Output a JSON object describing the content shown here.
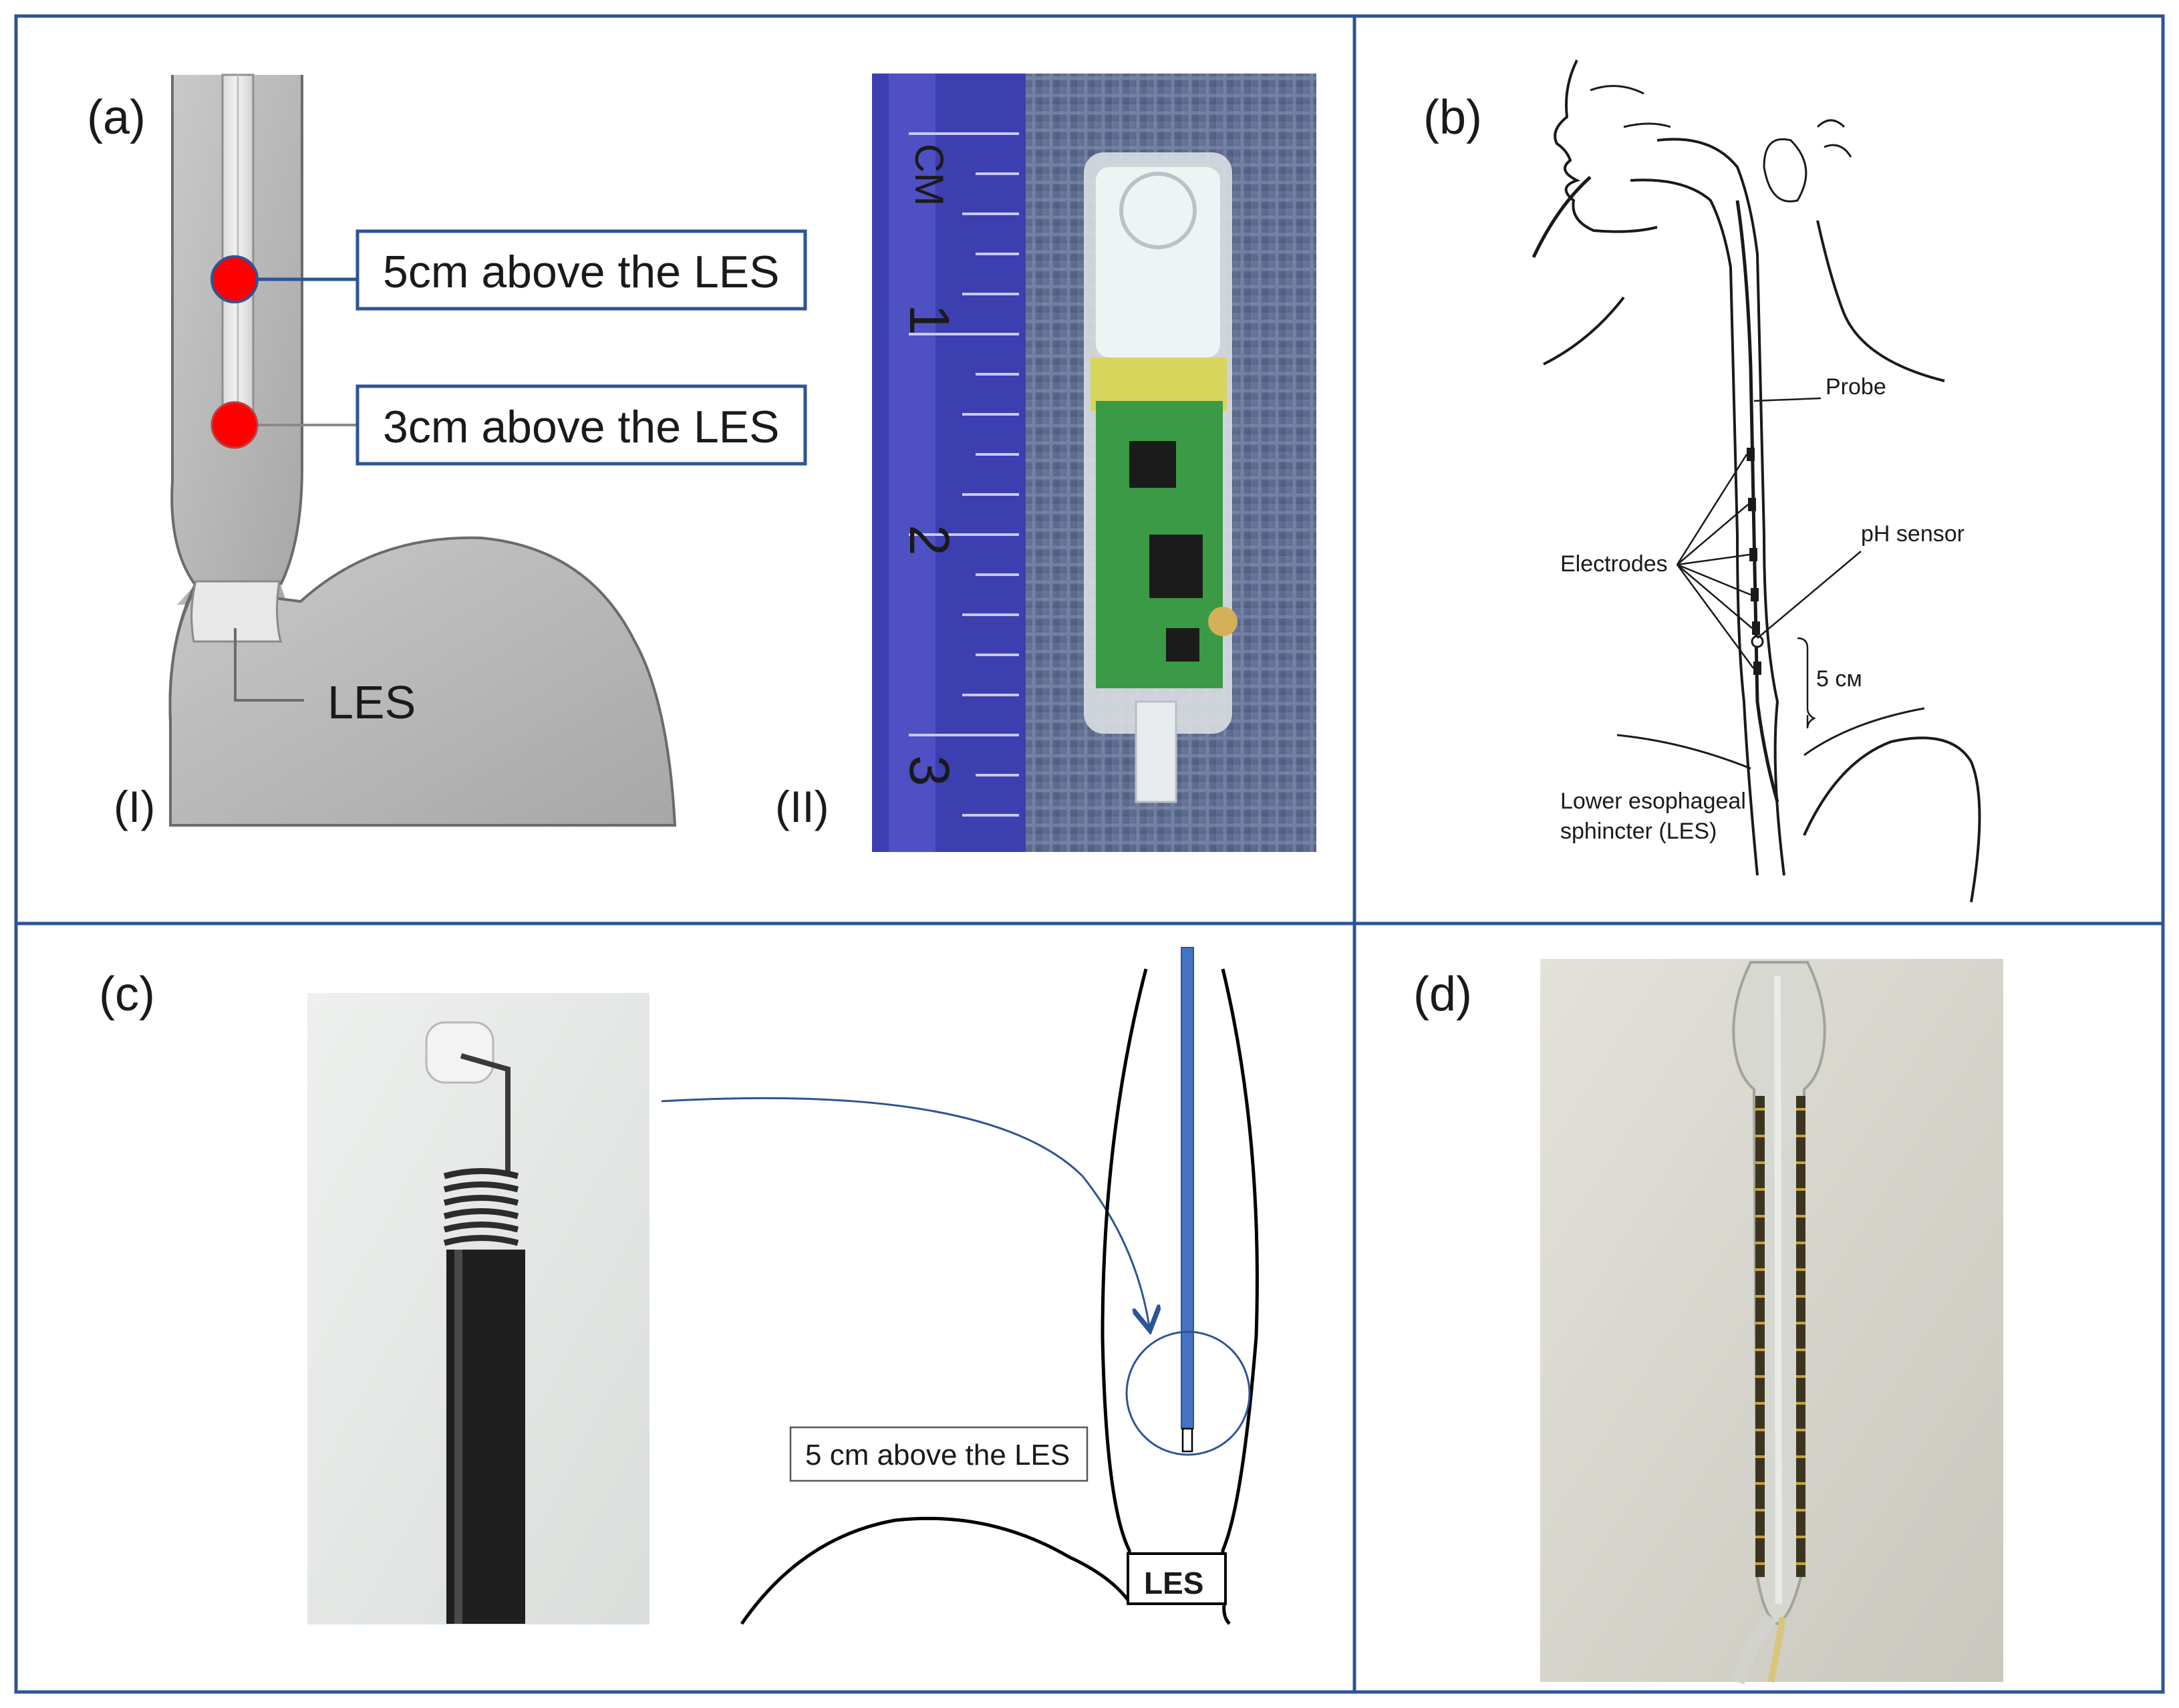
{
  "panels": {
    "a": {
      "label": "(a)",
      "sub_I": "(I)",
      "sub_II": "(II)",
      "callout_upper": "5cm above the LES",
      "callout_lower": "3cm above the LES",
      "les_label": "LES",
      "ruler_unit": "CM",
      "ruler_ticks": [
        "1",
        "2",
        "3"
      ],
      "sensor_color": "#ff0000"
    },
    "b": {
      "label": "(b)",
      "probe": "Probe",
      "ph_sensor": "pH sensor",
      "electrodes": "Electrodes",
      "distance": "5 см",
      "les": "Lower esophageal\nsphincter (LES)",
      "les_line1": "Lower esophageal",
      "les_line2": "sphincter (LES)"
    },
    "c": {
      "label": "(c)",
      "box_label": "5 cm above the LES",
      "les_label": "LES",
      "catheter_color": "#4472c4"
    },
    "d": {
      "label": "(d)"
    }
  },
  "colors": {
    "border": "#2f5496",
    "callout_border": "#2f5496"
  }
}
